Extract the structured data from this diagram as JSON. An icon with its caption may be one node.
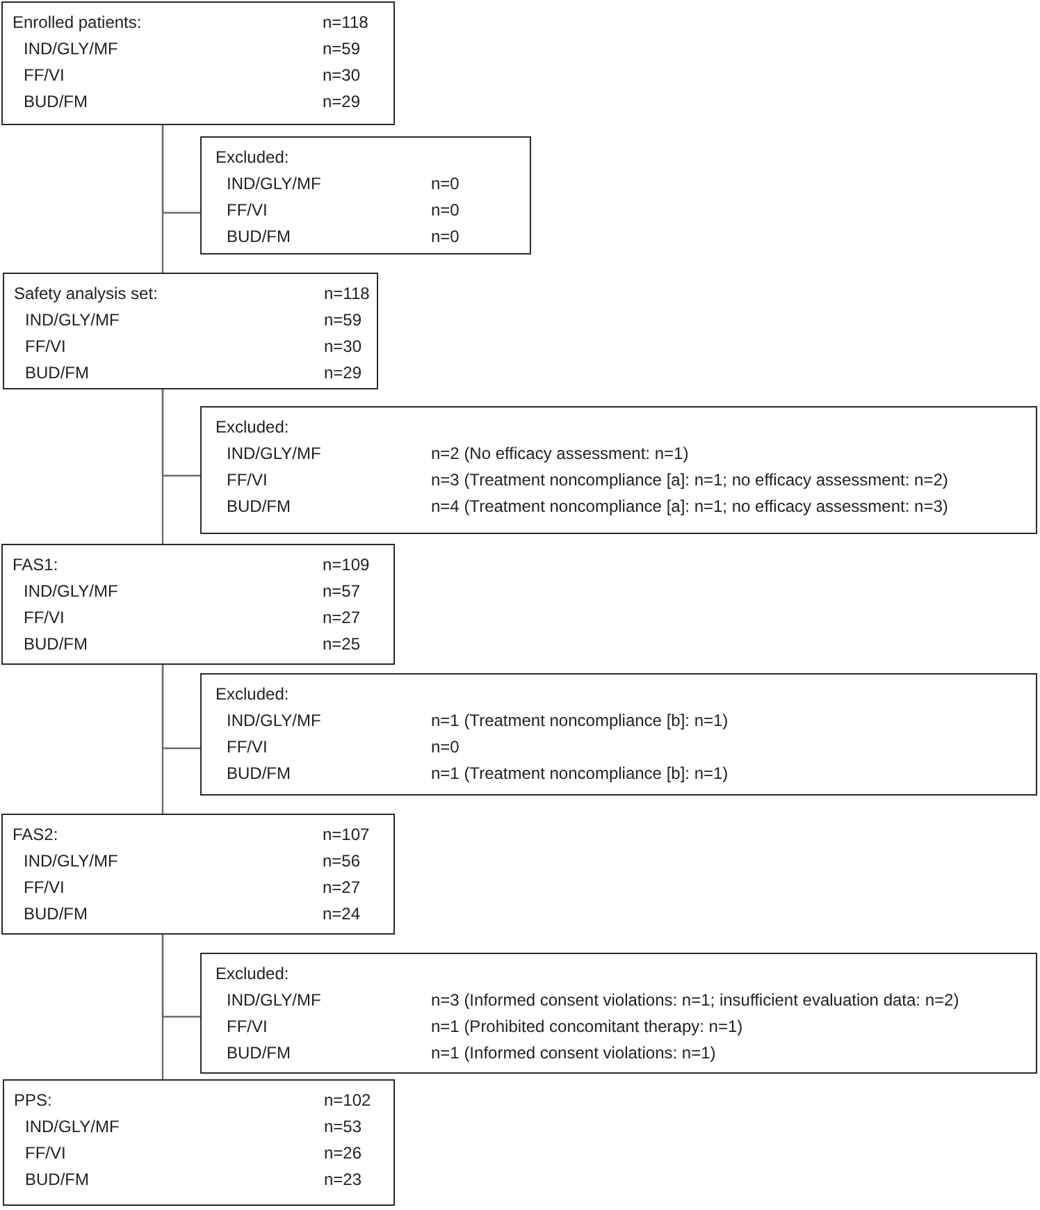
{
  "diagram": {
    "nodes": [
      {
        "text": [
          "Enrolled patients:",
          "n=118",
          "IND/GLY/MF",
          "n=59",
          "FF/VI",
          "n=30",
          "BUD/FM",
          "n=29"
        ]
      },
      {
        "text": [
          "Excluded:",
          "IND/GLY/MF",
          "n=0",
          "FF/VI",
          "n=0",
          "BUD/FM",
          "n=0"
        ]
      },
      {
        "text": [
          "Safety analysis set:",
          "n=118",
          "IND/GLY/MF",
          "n=59",
          "FF/VI",
          "n=30",
          "BUD/FM",
          "n=29"
        ]
      },
      {
        "text": [
          "Excluded:",
          "IND/GLY/MF",
          "n=2 (No efficacy assessment: n=1)",
          "FF/VI",
          "n=3 (Treatment noncompliance [a]: n=1; no efficacy assessment: n=2)",
          "BUD/FM",
          "n=4 (Treatment noncompliance [a]: n=1; no efficacy assessment: n=3)"
        ]
      },
      {
        "text": [
          "FAS1:",
          "n=109",
          "IND/GLY/MF",
          "n=57",
          "FF/VI",
          "n=27",
          "BUD/FM",
          "n=25"
        ]
      },
      {
        "text": [
          "Excluded:",
          "IND/GLY/MF",
          "n=1 (Treatment noncompliance [b]: n=1)",
          "FF/VI",
          "n=0",
          "BUD/FM",
          "n=1 (Treatment noncompliance [b]: n=1)"
        ]
      },
      {
        "text": [
          "FAS2:",
          "n=107",
          "IND/GLY/MF",
          "n=56",
          "FF/VI",
          "n=27",
          "BUD/FM",
          "n=24"
        ]
      },
      {
        "text": [
          "Excluded:",
          "IND/GLY/MF",
          "n=3 (Informed consent violations: n=1; insufficient evaluation data: n=2)",
          "FF/VI",
          "n=1 (Prohibited concomitant therapy: n=1)",
          "BUD/FM",
          "n=1 (Informed consent violations: n=1)"
        ]
      },
      {
        "text": [
          "PPS:",
          "n=102",
          "IND/GLY/MF",
          "n=53",
          "FF/VI",
          "n=26",
          "BUD/FM",
          "n=23"
        ]
      }
    ],
    "edges": [
      {
        "from": 0,
        "to": 1,
        "arrow": "none"
      },
      {
        "from": 0,
        "to": 2,
        "arrow": "none"
      },
      {
        "from": 2,
        "to": 3,
        "arrow": "none"
      },
      {
        "from": 2,
        "to": 4,
        "arrow": "none"
      },
      {
        "from": 4,
        "to": 5,
        "arrow": "none"
      },
      {
        "from": 4,
        "to": 6,
        "arrow": "none"
      },
      {
        "from": 6,
        "to": 7,
        "arrow": "none"
      },
      {
        "from": 6,
        "to": 8,
        "arrow": "none"
      }
    ]
  }
}
